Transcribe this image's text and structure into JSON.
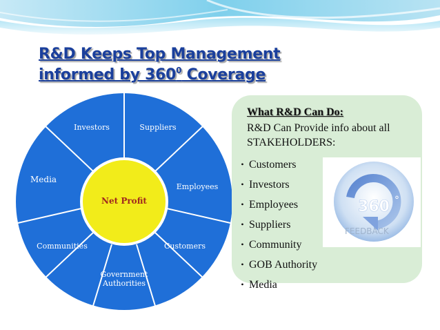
{
  "title": {
    "line1": "R&D Keeps Top Management",
    "line2_prefix": "informed by 360",
    "line2_sup": "0",
    "line2_suffix": " Coverage"
  },
  "wheel": {
    "center_label": "Net Profit",
    "segments": [
      "Investors",
      "Suppliers",
      "Employees",
      "Customers",
      "Government",
      "Authorities",
      "Communities",
      "Media"
    ],
    "colors": {
      "ring": "#1f6fd8",
      "center": "#f2ec1a",
      "divider": "#ffffff",
      "center_text": "#a0281e"
    }
  },
  "panel": {
    "heading": "What R&D Can Do:",
    "intro": "R&D Can Provide info about all STAKEHOLDERS:",
    "bullets": [
      "Customers",
      "Investors",
      "Employees",
      "Suppliers",
      "Community",
      "GOB Authority",
      "Media"
    ],
    "background": "#d9edd6"
  },
  "badge": {
    "number": "360",
    "degree": "°",
    "label": "FEEDBACK",
    "icon": "circular-arrow-icon"
  }
}
